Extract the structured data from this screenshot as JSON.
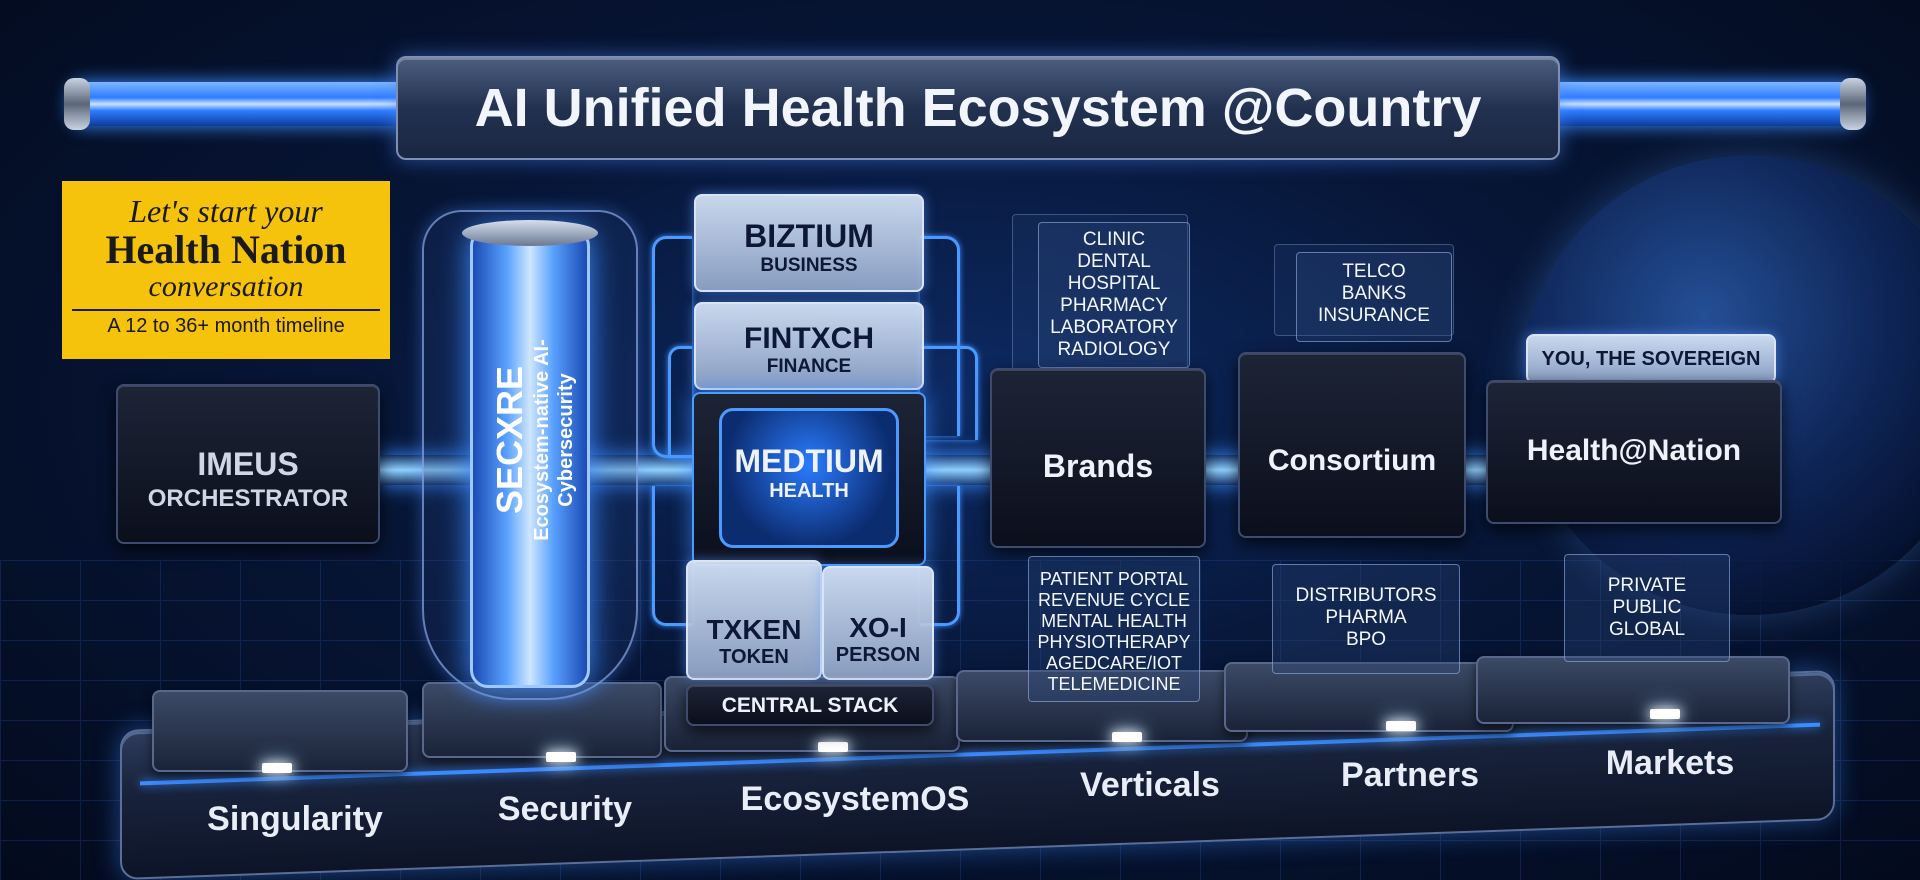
{
  "title": "AI Unified Health Ecosystem @Country",
  "cta": {
    "line1": "Let's start your",
    "line2": "Health Nation",
    "line3": "conversation",
    "timeline": "A 12 to 36+ month timeline"
  },
  "nodes": {
    "orchestrator": {
      "name": "IMEUS",
      "sub": "ORCHESTRATOR"
    },
    "security": {
      "name": "SECXRE",
      "sub": "Ecosystem-native AI-Cybersecurity"
    },
    "biztium": {
      "name": "BIZTIUM",
      "sub": "BUSINESS"
    },
    "fintxch": {
      "name": "FINTXCH",
      "sub": "FINANCE"
    },
    "medtium": {
      "name": "MEDTIUM",
      "sub": "HEALTH"
    },
    "txken": {
      "name": "TXKEN",
      "sub": "TOKEN"
    },
    "xoi": {
      "name": "XO-I",
      "sub": "PERSON"
    },
    "central_stack": "CENTRAL STACK",
    "brands": "Brands",
    "consortium": "Consortium",
    "health_nation": "Health@Nation"
  },
  "panels": {
    "brands_top": [
      "CLINIC",
      "DENTAL",
      "HOSPITAL",
      "PHARMACY",
      "LABORATORY",
      "RADIOLOGY"
    ],
    "brands_bottom": [
      "PATIENT PORTAL",
      "REVENUE CYCLE",
      "MENTAL HEALTH",
      "PHYSIOTHERAPY",
      "AGEDCARE/IOT",
      "TELEMEDICINE"
    ],
    "consortium_top": [
      "TELCO",
      "BANKS",
      "INSURANCE"
    ],
    "consortium_bottom": [
      "DISTRIBUTORS",
      "PHARMA",
      "BPO"
    ],
    "nation_top": "YOU, THE SOVEREIGN",
    "nation_bottom": [
      "PRIVATE",
      "PUBLIC",
      "GLOBAL"
    ]
  },
  "layers": [
    "Singularity",
    "Security",
    "EcosystemOS",
    "Verticals",
    "Partners",
    "Markets"
  ],
  "colors": {
    "accent": "#3c8bff",
    "cta": "#f5c20c",
    "bg": "#050d24"
  }
}
